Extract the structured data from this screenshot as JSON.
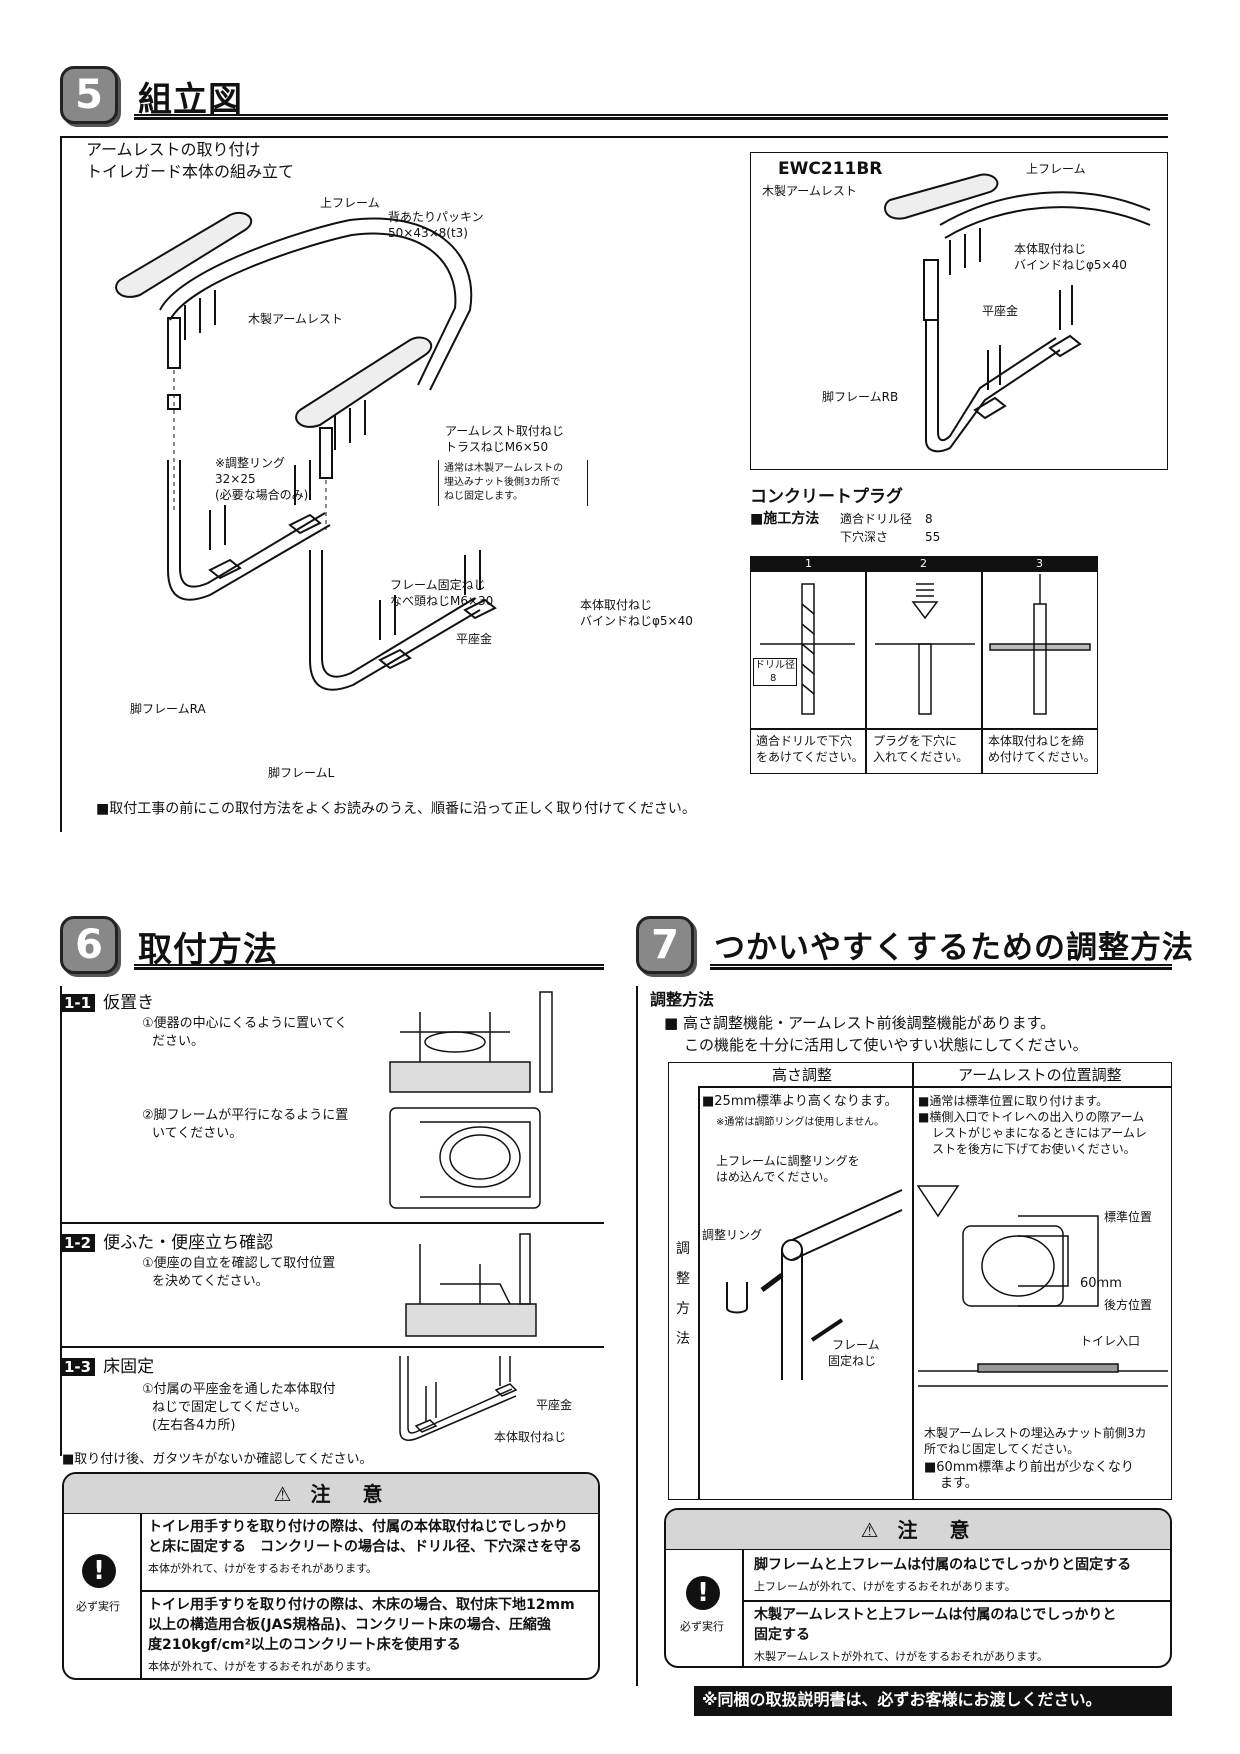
{
  "s5": {
    "num": "5",
    "title": "組立図",
    "line1": "アームレストの取り付け",
    "line2": "トイレガード本体の組み立て",
    "labels": {
      "upper_frame": "上フレーム",
      "packing": "背あたりパッキン",
      "packing_size": "50×43×8(t3)",
      "wood_arm": "木製アームレスト",
      "arm_screw": "アームレスト取付ねじ",
      "arm_screw2": "トラスねじM6×50",
      "arm_note1": "通常は木製アームレストの",
      "arm_note2": "埋込みナット後側3カ所で",
      "arm_note3": "ねじ固定します。",
      "ring": "※調整リング",
      "ring_size": "32×25",
      "ring_note": "(必要な場合のみ)",
      "frame_screw": "フレーム固定ねじ",
      "frame_screw2": "なべ頭ねじM6×30",
      "body_screw": "本体取付ねじ",
      "body_screw2": "バインドねじφ5×40",
      "washer": "平座金",
      "leg_ra": "脚フレームRA",
      "leg_l": "脚フレームL"
    },
    "model_box": {
      "model": "EWC211BR",
      "upper": "上フレーム",
      "wood": "木製アームレスト",
      "body1": "本体取付ねじ",
      "body2": "バインドねじφ5×40",
      "washer": "平座金",
      "leg_rb": "脚フレームRB"
    },
    "plug": {
      "title": "コンクリートプラグ",
      "method": "■施工方法",
      "drill_l": "適合ドリル径",
      "drill_v": "8",
      "depth_l": "下穴深さ",
      "depth_v": "55",
      "steps": [
        {
          "n": "1",
          "c1": "適合ドリルで下穴",
          "c2": "をあけてください。"
        },
        {
          "n": "2",
          "c1": "プラグを下穴に",
          "c2": "入れてください。"
        },
        {
          "n": "3",
          "c1": "本体取付ねじを締",
          "c2": "め付けてください。"
        }
      ],
      "drill_label": "ドリル径",
      "drill_label_v": "8"
    },
    "footer": "■取付工事の前にこの取付方法をよくお読みのうえ、順番に沿って正しく取り付けてください。"
  },
  "s6": {
    "num": "6",
    "title": "取付方法",
    "steps": [
      {
        "tag": "1-1",
        "title": "仮置き",
        "a1": "①便器の中心にくるように置いてく",
        "a2": "ださい。",
        "b1": "②脚フレームが平行になるように置",
        "b2": "いてください。"
      },
      {
        "tag": "1-2",
        "title": "便ふた・便座立ち確認",
        "a1": "①便座の自立を確認して取付位置",
        "a2": "を決めてください。"
      },
      {
        "tag": "1-3",
        "title": "床固定",
        "a1": "①付属の平座金を通した本体取付",
        "a2": "ねじで固定してください。",
        "a3": "(左右各4カ所)",
        "l1": "平座金",
        "l2": "本体取付ねじ"
      }
    ],
    "check": "■取り付け後、ガタツキがないか確認してください。",
    "caution": {
      "title": "注　意",
      "icon": "必ず実行",
      "i1a": "トイレ用手すりを取り付けの際は、付属の本体取付ねじでしっかり",
      "i1b": "と床に固定する　コンクリートの場合は、ドリル径、下穴深さを守る",
      "i1n": "本体が外れて、けがをするおそれがあります。",
      "i2a": "トイレ用手すりを取り付けの際は、木床の場合、取付床下地12mm",
      "i2b": "以上の構造用合板(JAS規格品)、コンクリート床の場合、圧縮強",
      "i2c": "度210kgf/cm²以上のコンクリート床を使用する",
      "i2n": "本体が外れて、けがをするおそれがあります。"
    }
  },
  "s7": {
    "num": "7",
    "title": "つかいやすくするための調整方法",
    "sub": "調整方法",
    "intro1": "■ 高さ調整機能・アームレスト前後調整機能があります。",
    "intro2": "この機能を十分に活用して使いやすい状態にしてください。",
    "col1": "高さ調整",
    "col2": "アームレストの位置調整",
    "side": [
      "調",
      "整",
      "方",
      "法"
    ],
    "h1": "■25mm標準より高くなります。",
    "h2": "※通常は調節リングは使用しません。",
    "h3": "上フレームに調整リングを",
    "h4": "はめ込んでください。",
    "h_ring": "調整リング",
    "h_fs1": "フレーム",
    "h_fs2": "固定ねじ",
    "p1": "■通常は標準位置に取り付けます。",
    "p2": "■横側入口でトイレへの出入りの際アーム",
    "p3": "レストがじゃまになるときにはアームレ",
    "p4": "ストを後方に下げてお使いください。",
    "p_std": "標準位置",
    "p_60": "60mm",
    "p_back": "後方位置",
    "p_ent": "トイレ入口",
    "p5": "木製アームレストの埋込みナット前側3カ",
    "p6": "所でねじ固定してください。",
    "p7": "■60mm標準より前出が少なくなり",
    "p8": "ます。",
    "caution": {
      "title": "注　意",
      "icon": "必ず実行",
      "i1a": "脚フレームと上フレームは付属のねじでしっかりと固定する",
      "i1n": "上フレームが外れて、けがをするおそれがあります。",
      "i2a": "木製アームレストと上フレームは付属のねじでしっかりと",
      "i2b": "固定する",
      "i2n": "木製アームレストが外れて、けがをするおそれがあります。"
    }
  },
  "bottom_note": "※同梱の取扱説明書は、必ずお客様にお渡しください。"
}
